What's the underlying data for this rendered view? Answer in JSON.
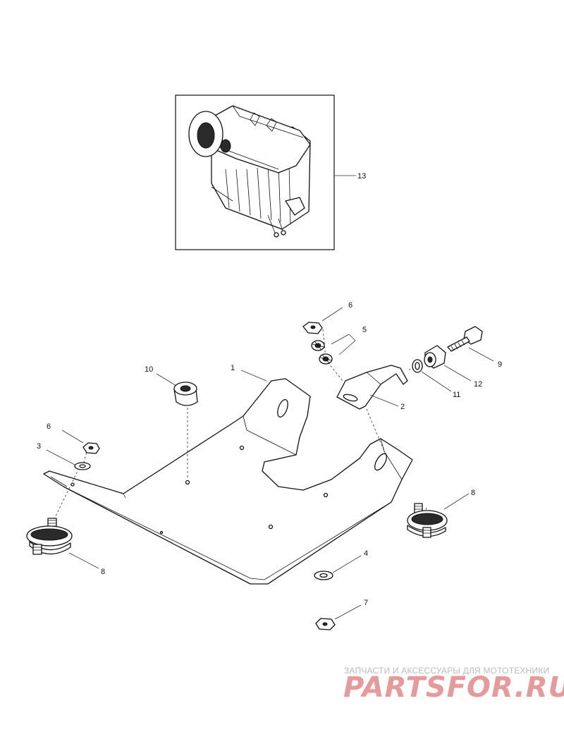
{
  "callouts": {
    "c1": "1",
    "c2": "2",
    "c3": "3",
    "c4": "4",
    "c5": "5",
    "c6_top": "6",
    "c6_left": "6",
    "c7": "7",
    "c8_left": "8",
    "c8_right": "8",
    "c9": "9",
    "c10": "10",
    "c11": "11",
    "c12": "12",
    "c13": "13"
  },
  "watermark": {
    "tagline": "ЗАПЧАСТИ И АКСЕССУАРЫ ДЛЯ МОТОТЕХНИКИ",
    "logo": "PARTSFOR.RU"
  },
  "colors": {
    "line": "#111111",
    "watermark_logo": "#e79a9a",
    "watermark_text": "#bbbbbb"
  }
}
